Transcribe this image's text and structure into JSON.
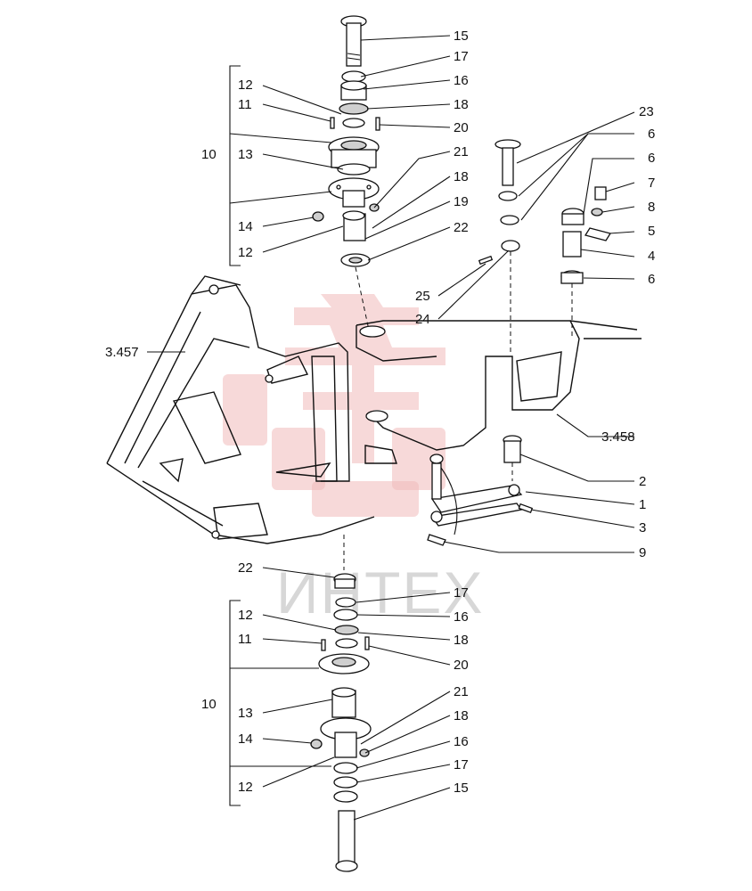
{
  "watermark": {
    "text": "ИНТЕХ",
    "color": "#d7d7d7",
    "seal_color": "#f0b9b9"
  },
  "labels": {
    "top_15": "15",
    "top_17": "17",
    "top_16": "16",
    "top_18a": "18",
    "top_20": "20",
    "top_21": "21",
    "top_18b": "18",
    "top_19": "19",
    "top_22": "22",
    "top_12a": "12",
    "top_11": "11",
    "top_10": "10",
    "top_13": "13",
    "top_14": "14",
    "top_12b": "12",
    "r_23": "23",
    "r_6a": "6",
    "r_6b": "6",
    "r_7": "7",
    "r_8": "8",
    "r_5": "5",
    "r_4": "4",
    "r_6c": "6",
    "r_25": "25",
    "r_24": "24",
    "asm_3457": "3.457",
    "asm_3458": "3.458",
    "m_2": "2",
    "m_1": "1",
    "m_3": "3",
    "m_9": "9",
    "bot_22": "22",
    "bot_17a": "17",
    "bot_16a": "16",
    "bot_18a": "18",
    "bot_20": "20",
    "bot_21": "21",
    "bot_18b": "18",
    "bot_16b": "16",
    "bot_17b": "17",
    "bot_15": "15",
    "bot_12a": "12",
    "bot_11": "11",
    "bot_10": "10",
    "bot_13": "13",
    "bot_14": "14",
    "bot_12b": "12"
  }
}
